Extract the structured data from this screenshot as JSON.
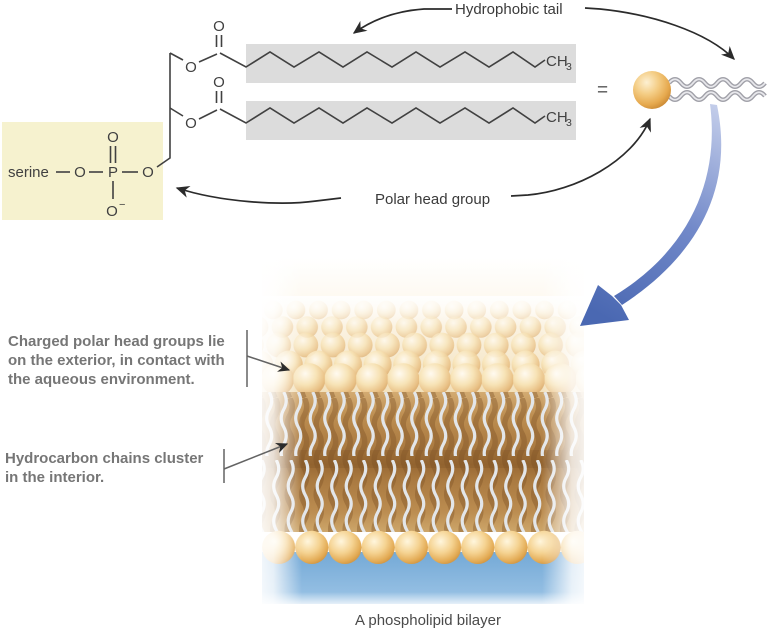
{
  "figure": {
    "hydrophobic_tail_label": "Hydrophobic tail",
    "polar_head_group_label": "Polar head group",
    "equals_sign": "=",
    "caption": "A phospholipid bilayer"
  },
  "chemistry": {
    "serine": "serine",
    "oxygen": "O",
    "phosphorus": "P",
    "minus": "−",
    "ch": "CH",
    "subscript_three": "3"
  },
  "annotations": {
    "head_groups": {
      "line1": "Charged polar head groups lie",
      "line2": "on the exterior, in contact with",
      "line3": "the aqueous environment."
    },
    "tails": {
      "line1": "Hydrocarbon chains cluster",
      "line2": "in the interior."
    }
  },
  "colors": {
    "highlight_yellow": "#f6f2cf",
    "highlight_gray": "#dcdcdc",
    "head_sphere_orange": "#e9a94f",
    "tail_region_brown": "#a97940",
    "water_blue": "#8fbce2",
    "blue_arrow": "#4a68b2",
    "annotation_text_gray": "#767676"
  }
}
